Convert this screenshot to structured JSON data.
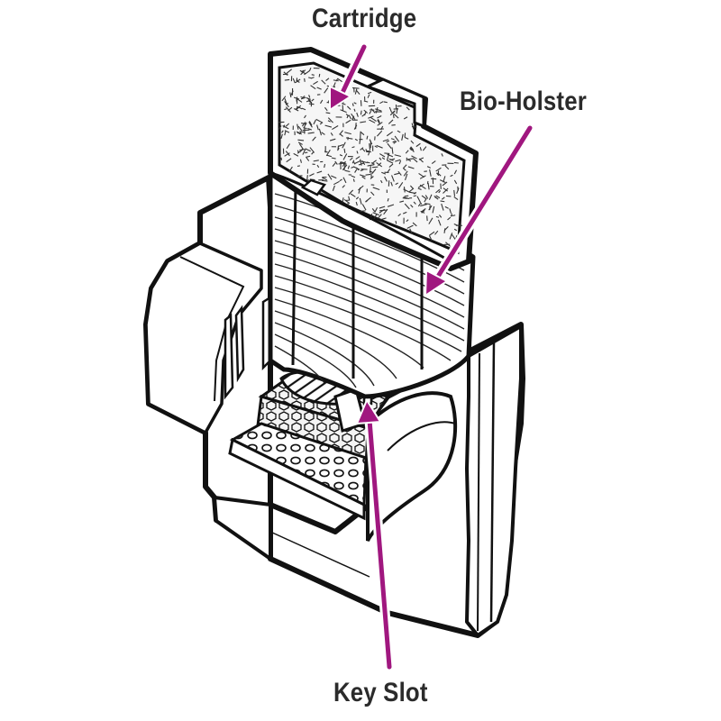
{
  "labels": {
    "cartridge": "Cartridge",
    "bio_holster": "Bio-Holster",
    "key_slot": "Key Slot"
  },
  "colors": {
    "arrow": "#a0177f",
    "outline": "#111111",
    "fill": "#ffffff",
    "shade": "#e6e6e6",
    "media_dots": "#333333"
  },
  "icons": {
    "arrow_head": "triangle-arrowhead"
  }
}
